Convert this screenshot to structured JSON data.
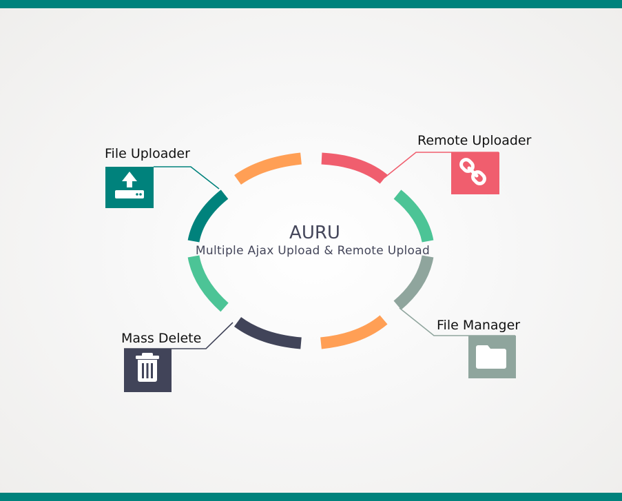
{
  "center": {
    "title": "AURU",
    "subtitle": "Multiple Ajax Upload & Remote Upload"
  },
  "features": {
    "file_uploader": {
      "label": "File Uploader",
      "icon": "upload-icon",
      "color": "#00827c"
    },
    "remote_uploader": {
      "label": "Remote Uploader",
      "icon": "link-icon",
      "color": "#f05e6e"
    },
    "file_manager": {
      "label": "File Manager",
      "icon": "folder-icon",
      "color": "#8fa59d"
    },
    "mass_delete": {
      "label": "Mass Delete",
      "icon": "trash-icon",
      "color": "#414459"
    }
  },
  "colors": {
    "top_bar": "#00827c",
    "orange": "#ff9f55",
    "red": "#f05e6e",
    "green": "#4cc496",
    "teal": "#00827c",
    "gray": "#8fa59d",
    "navy": "#414459"
  }
}
